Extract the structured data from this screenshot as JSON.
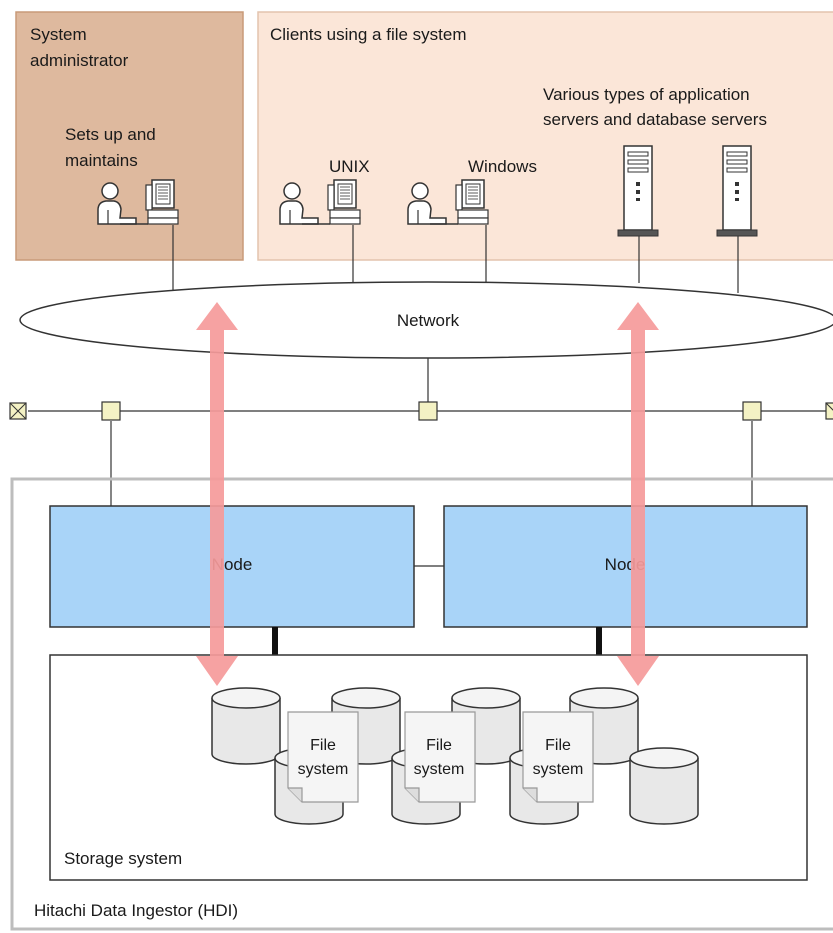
{
  "admin_group": {
    "title_line1": "System",
    "title_line2": "administrator",
    "role_line1": "Sets up and",
    "role_line2": "maintains"
  },
  "clients_group": {
    "title": "Clients using a file system",
    "unix_label": "UNIX",
    "windows_label": "Windows",
    "servers_line1": "Various types of application",
    "servers_line2": "servers and database servers"
  },
  "network": {
    "label": "Network"
  },
  "nodes": [
    {
      "label": "Node"
    },
    {
      "label": "Node"
    }
  ],
  "file_systems": [
    {
      "line1": "File",
      "line2": "system"
    },
    {
      "line1": "File",
      "line2": "system"
    },
    {
      "line1": "File",
      "line2": "system"
    }
  ],
  "storage": {
    "label": "Storage system"
  },
  "hdi": {
    "label": "Hitachi Data Ingestor (HDI)"
  },
  "colors": {
    "admin_fill": "#deb99e",
    "admin_stroke": "#c89a78",
    "clients_fill": "#fbe6d8",
    "clients_stroke": "#e3c4ae",
    "node_fill": "#a9d4f8",
    "arrow": "#f59a9a",
    "hub_fill": "#f4f2c4"
  }
}
